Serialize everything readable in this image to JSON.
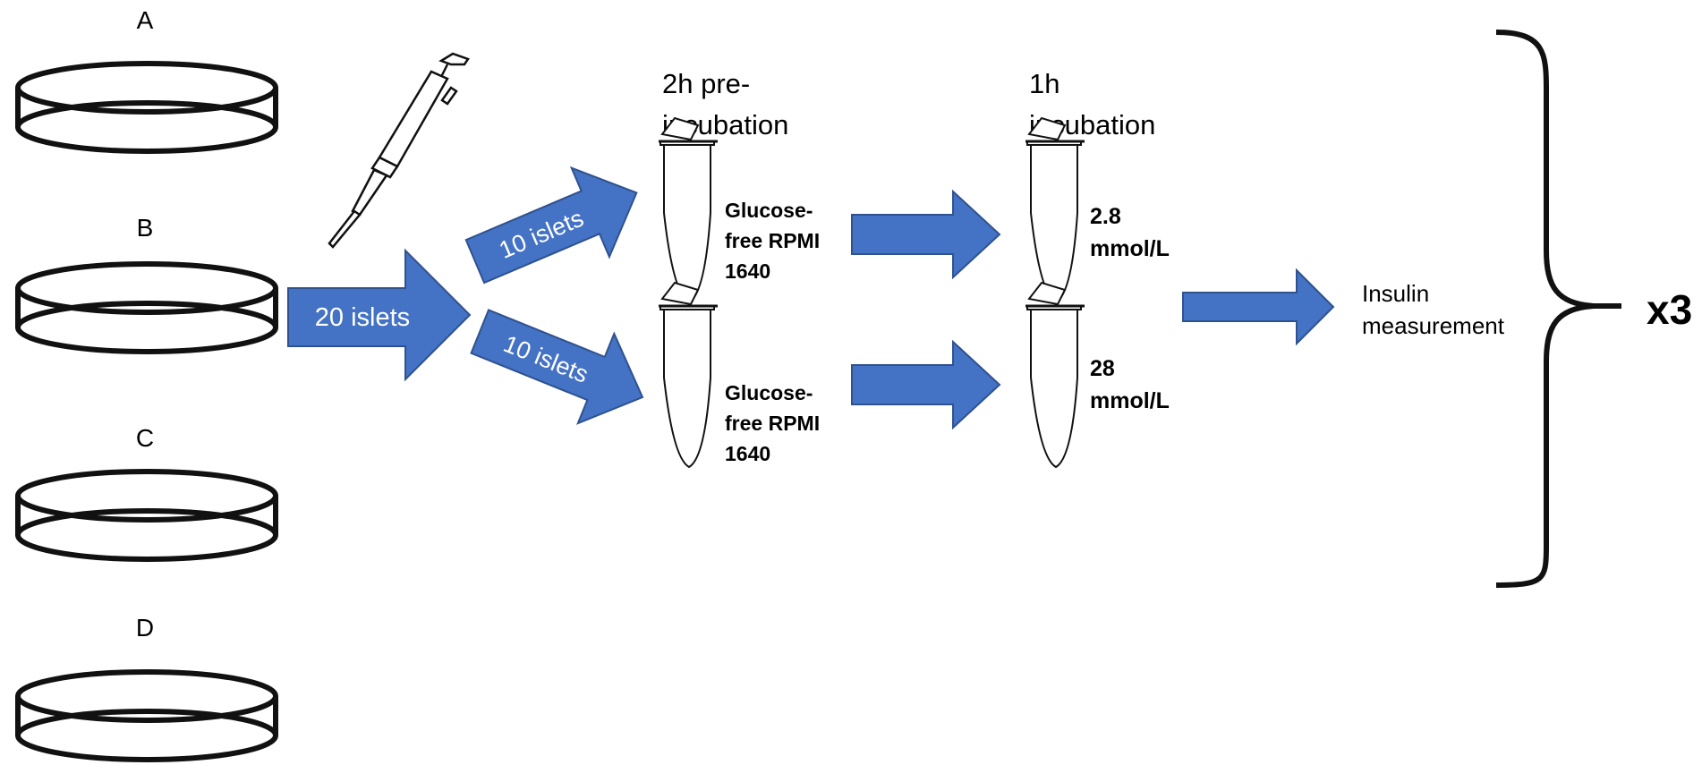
{
  "dishes": [
    {
      "label": "A"
    },
    {
      "label": "B"
    },
    {
      "label": "C"
    },
    {
      "label": "D"
    }
  ],
  "arrows": {
    "main": "20 islets",
    "upper": "10 islets",
    "lower": "10 islets"
  },
  "stages": {
    "preincubation_line1": "2h pre-",
    "preincubation_line2": "incubation",
    "incubation_line1": "1h",
    "incubation_line2": "incubation"
  },
  "medium": {
    "line1": "Glucose-",
    "line2": "free RPMI",
    "line3": "1640"
  },
  "glucose": {
    "low_value": "2.8",
    "high_value": "28",
    "unit": "mmol/L"
  },
  "measurement": {
    "line1": "Insulin",
    "line2": "measurement"
  },
  "replicates": "x3",
  "colors": {
    "arrow_fill": "#4472C4",
    "arrow_stroke": "#2F528F",
    "line": "#111111"
  }
}
